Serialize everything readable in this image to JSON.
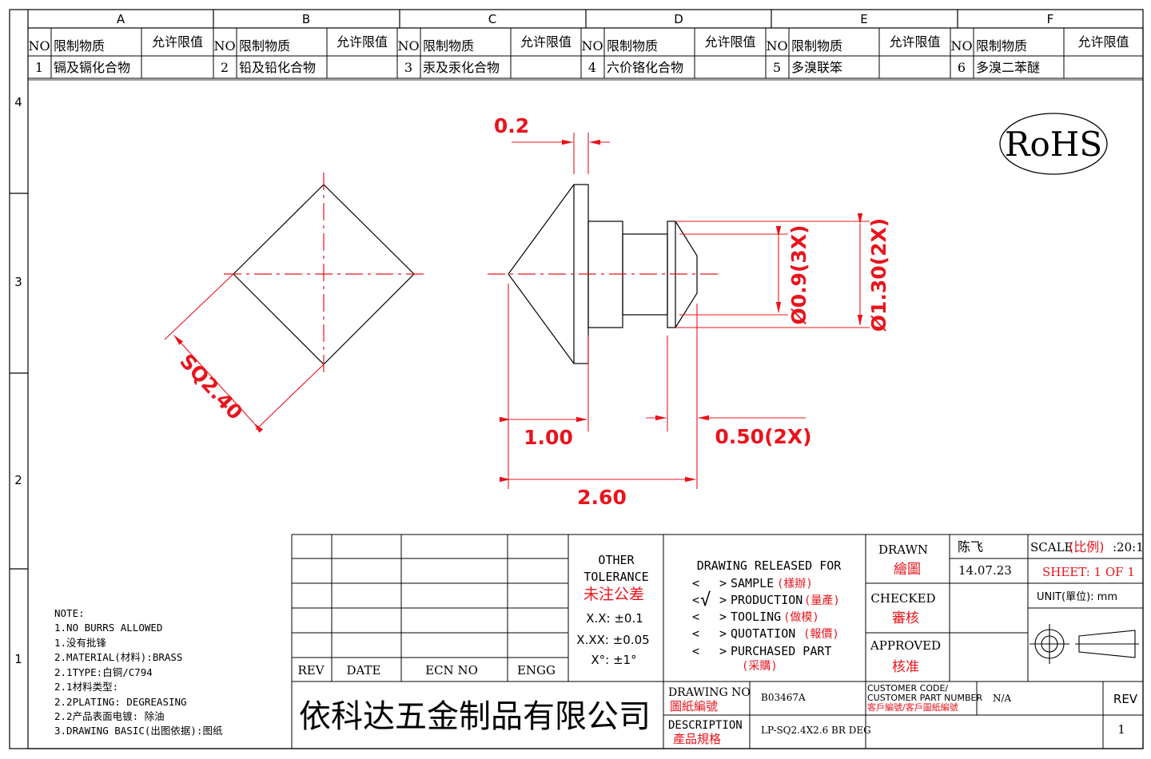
{
  "zones": {
    "columns": [
      "A",
      "B",
      "C",
      "D",
      "E",
      "F"
    ],
    "rows": [
      "4",
      "3",
      "2",
      "1"
    ]
  },
  "restricted": {
    "header_no": "NO",
    "header_substance": "限制物质",
    "header_limit": "允许限值",
    "items": [
      {
        "no": "1",
        "name": "镉及镉化合物"
      },
      {
        "no": "2",
        "name": "铅及铅化合物"
      },
      {
        "no": "3",
        "name": "汞及汞化合物"
      },
      {
        "no": "4",
        "name": "六价铬化合物"
      },
      {
        "no": "5",
        "name": "多溴联笨"
      },
      {
        "no": "6",
        "name": "多溴二苯醚"
      }
    ]
  },
  "rohs": "RoHS",
  "dimensions": {
    "flange_thickness": "0.2",
    "square": "SQ2.40",
    "head_length": "1.00",
    "total_length": "2.60",
    "tip_length": "0.50(2X)",
    "small_dia": "Ø0.9(3X)",
    "large_dia": "Ø1.30(2X)"
  },
  "notes": {
    "title": "NOTE:",
    "lines": [
      "1.NO BURRS ALLOWED",
      "1.没有批锋",
      "2.MATERIAL(材料):BRASS",
      "2.1TYPE:白铜/C794",
      "2.1材料类型:",
      "2.2PLATING: DEGREASING",
      "2.2产品表面电镀: 除油",
      "3.DRAWING BASIC(出图依据):图纸"
    ]
  },
  "revision_table": {
    "rev": "REV",
    "date": "DATE",
    "ecn": "ECN NO",
    "engg": "ENGG"
  },
  "tolerance": {
    "title1": "OTHER",
    "title2": "TOLERANCE",
    "title_cn": "未注公差",
    "xx": "X.X: ±0.1",
    "xxx": "X.XX: ±0.05",
    "angle": "X°: ±1°"
  },
  "release": {
    "title": "DRAWING RELEASED FOR",
    "check_mark": "√",
    "options": [
      {
        "en": "SAMPLE",
        "cn": "(樣辦)"
      },
      {
        "en": "PRODUCTION",
        "cn": "(量產)"
      },
      {
        "en": "TOOLING",
        "cn": "(做模)"
      },
      {
        "en": "QUOTATION",
        "cn": "(報價)"
      },
      {
        "en": "PURCHASED PART",
        "cn": "(采購)"
      }
    ]
  },
  "approvals": {
    "drawn_en": "DRAWN",
    "drawn_cn": "繪圖",
    "checked_en": "CHECKED",
    "checked_cn": "審核",
    "approved_en": "APPROVED",
    "approved_cn": "核准",
    "drawn_by": "陈飞",
    "drawn_date": "14.07.23"
  },
  "sheet_info": {
    "scale_label": "SCALE",
    "scale_cn": "(比例)",
    "scale_value": ":20:1",
    "sheet": "SHEET:  1 OF 1",
    "unit": "UNIT(單位): mm"
  },
  "title_block": {
    "company": "依科达五金制品有限公司",
    "drawing_no_en": "DRAWING NO",
    "drawing_no_cn": "圖紙編號",
    "drawing_no": "B03467A",
    "customer_en1": "CUSTOMER CODE/",
    "customer_en2": "CUSTOMER PART NUMBER",
    "customer_cn": "客戶編號/客戶圖紙編號",
    "customer_value": "N/A",
    "rev_label": "REV",
    "rev_value": "1",
    "description_en": "DESCRIPTION",
    "description_cn": "產品規格",
    "description": "LP-SQ2.4X2.6 BR DEG"
  }
}
